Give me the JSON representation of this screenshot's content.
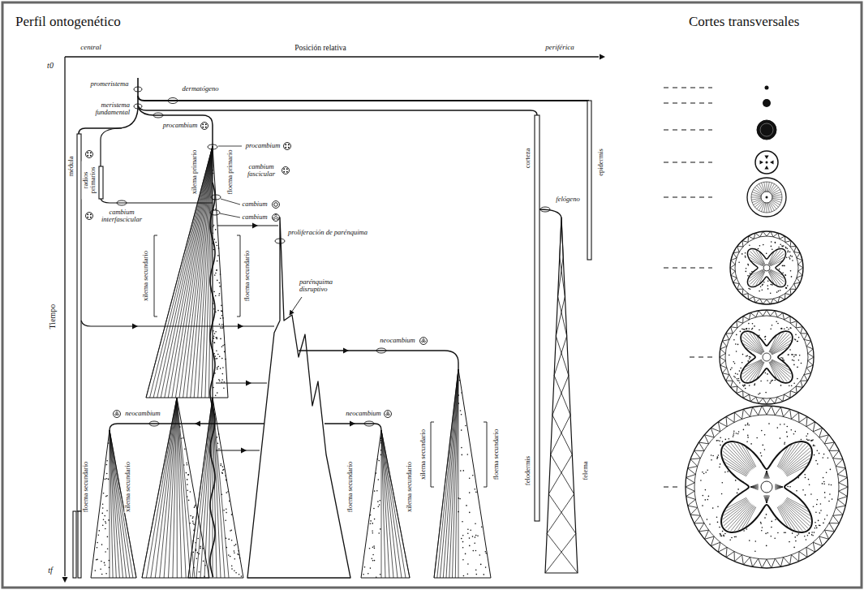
{
  "diagram": {
    "title": "Perfil ontogenético",
    "labels": [
      "central",
      "Posición relativa",
      "periférica",
      "t0",
      "Tiempo",
      "tf",
      "promeristema",
      "dermatógeno",
      "meristema fundamental",
      "procambium",
      "médula",
      "radios primarios",
      "xilema primario",
      "floema primario",
      "procambium",
      "cambium fascicular",
      "cambium",
      "cambium interfascicular",
      "cambium",
      "xilema secundario",
      "floema secundario",
      "proliferación de parénquima",
      "parénquima disruptivo",
      "neocambium",
      "neocambium",
      "neocambium",
      "floema secundario",
      "xilema secundario",
      "floema secundario",
      "xilema secundario",
      "xilema secundario",
      "floema secundario",
      "corteza",
      "epidermis",
      "felógeno",
      "felodermis",
      "felema",
      "Cortes transversales"
    ]
  }
}
